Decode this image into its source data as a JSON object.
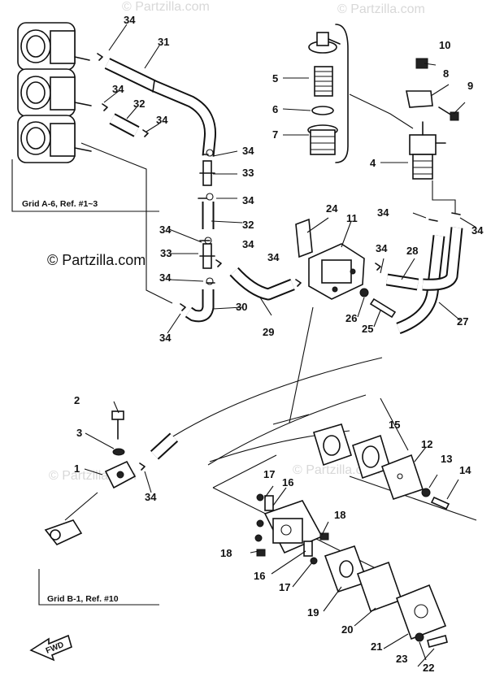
{
  "watermarks": [
    "© Partzilla.com",
    "© Partzilla.com",
    "© Partzilla.com",
    "© Partzilla.com"
  ],
  "references": {
    "carb_ref": "Grid A-6, Ref. #1~3",
    "joint_ref": "Grid B-1, Ref. #10"
  },
  "fwd_label": "FWD",
  "callouts": {
    "c1": "1",
    "c2": "2",
    "c3": "3",
    "c4": "4",
    "c5": "5",
    "c6": "6",
    "c7": "7",
    "c8": "8",
    "c9": "9",
    "c10": "10",
    "c11": "11",
    "c12": "12",
    "c13": "13",
    "c14": "14",
    "c15": "15",
    "c16a": "16",
    "c16b": "16",
    "c17a": "17",
    "c17b": "17",
    "c18a": "18",
    "c18b": "18",
    "c19": "19",
    "c20": "20",
    "c21": "21",
    "c22": "22",
    "c23": "23",
    "c24": "24",
    "c25": "25",
    "c26": "26",
    "c27": "27",
    "c28": "28",
    "c29": "29",
    "c30": "30",
    "c31": "31",
    "c32a": "32",
    "c32b": "32",
    "c33a": "33",
    "c33b": "33",
    "c34a": "34",
    "c34b": "34",
    "c34c": "34",
    "c34d": "34",
    "c34e": "34",
    "c34f": "34",
    "c34g": "34",
    "c34h": "34",
    "c34i": "34",
    "c34j": "34",
    "c34k": "34",
    "c34l": "34",
    "c34m": "34"
  }
}
